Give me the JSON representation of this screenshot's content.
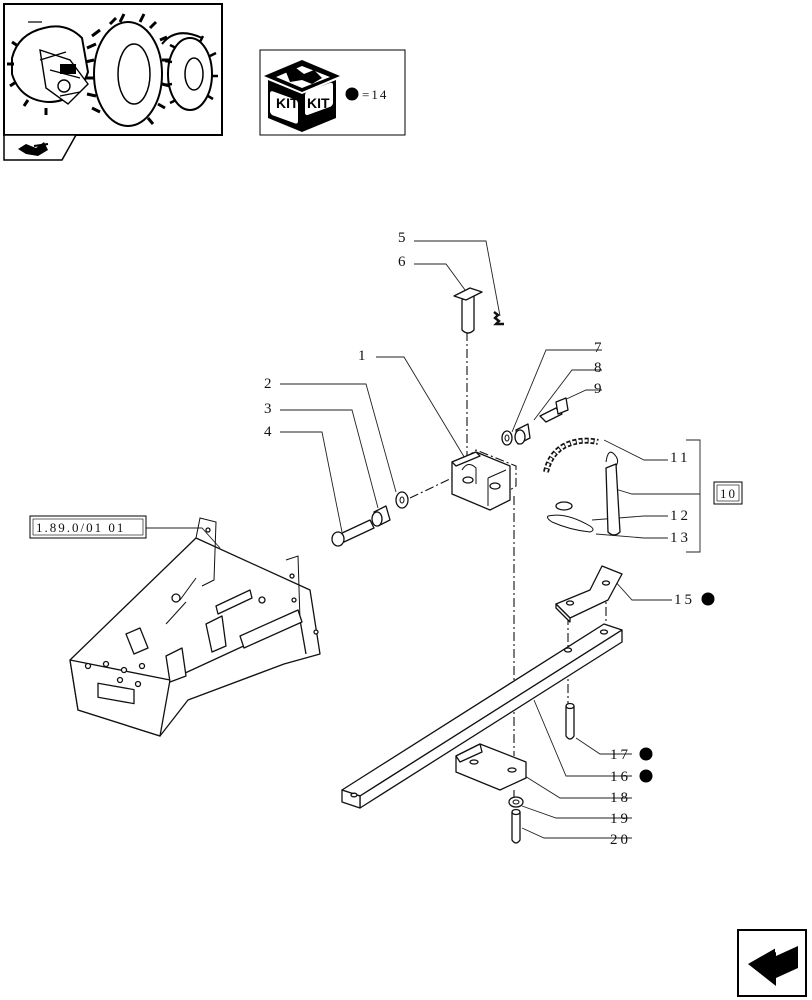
{
  "kit_legend": {
    "text": "=14",
    "kit_word_1": "KIT",
    "kit_word_2": "KIT"
  },
  "reference_box": {
    "text": "1.89.0/01  01"
  },
  "group_box": {
    "text": "10"
  },
  "callouts": {
    "c1": "1",
    "c2": "2",
    "c3": "3",
    "c4": "4",
    "c5": "5",
    "c6": "6",
    "c7": "7",
    "c8": "8",
    "c9": "9",
    "c11": "11",
    "c12": "12",
    "c13": "13",
    "c15": "15",
    "c16": "16",
    "c17": "17",
    "c18": "18",
    "c19": "19",
    "c20": "20"
  },
  "kit_marked_items": [
    "15",
    "16",
    "17"
  ],
  "icons": {
    "thumbnail": "tractor-thumbnail-icon",
    "section": "book-section-icon",
    "kit": "kit-box-icon",
    "next_page": "next-page-arrow-icon"
  }
}
